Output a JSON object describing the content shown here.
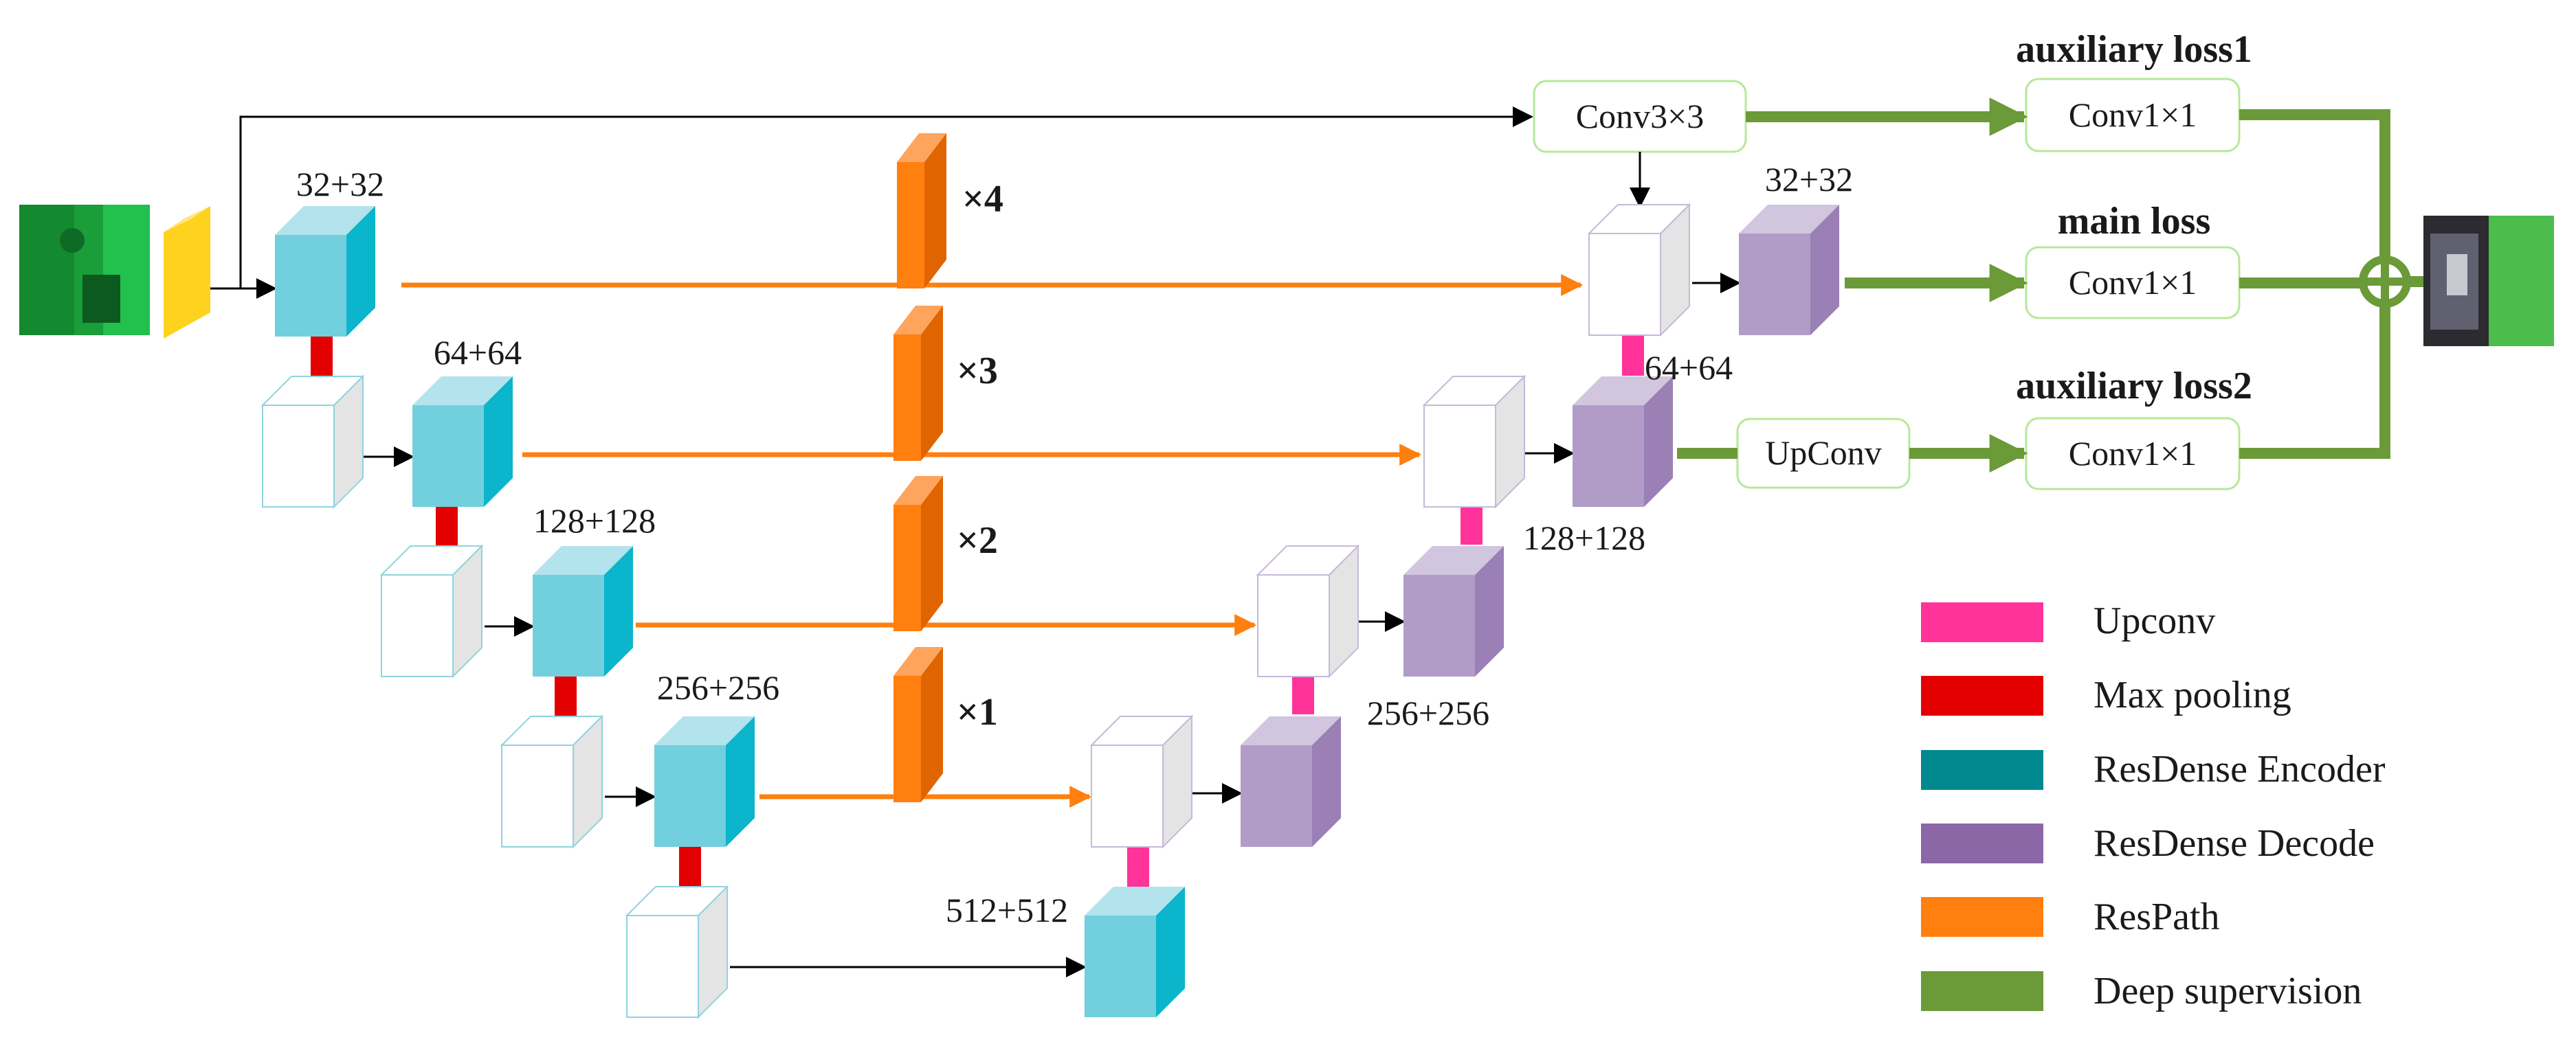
{
  "colors": {
    "upconv": "#FF3399",
    "max_pooling": "#E30000",
    "encoder_front": "#72CFDD",
    "encoder_top": "#B3E3EC",
    "encoder_side": "#0BB5CC",
    "encoder_legend": "#00888F",
    "decoder_front": "#B19CC7",
    "decoder_top": "#D1C5DF",
    "decoder_side": "#9A80B5",
    "decoder_legend": "#8C67A6",
    "respath_front": "#FF7F0F",
    "respath_top": "#FFA45C",
    "respath_side": "#E06500",
    "deep_supervision": "#6B9A38",
    "input_block": "#FFD21F",
    "box_border": "#B7E89A"
  },
  "labels": {
    "enc1": "32+32",
    "enc2": "64+64",
    "enc3": "128+128",
    "enc4": "256+256",
    "bottleneck": "512+512",
    "dec1": "32+32",
    "dec2": "64+64",
    "dec3": "128+128",
    "dec4": "256+256"
  },
  "respath_multipliers": [
    "×4",
    "×3",
    "×2",
    "×1"
  ],
  "head_boxes": {
    "conv3": "Conv3×3",
    "upconv": "UpConv",
    "conv1_a": "Conv1×1",
    "conv1_b": "Conv1×1",
    "conv1_c": "Conv1×1"
  },
  "loss_labels": {
    "aux1": "auxiliary loss1",
    "main": "main loss",
    "aux2": "auxiliary loss2"
  },
  "legend": [
    {
      "label": "Upconv",
      "color_key": "upconv"
    },
    {
      "label": "Max pooling",
      "color_key": "max_pooling"
    },
    {
      "label": "ResDense Encoder",
      "color_key": "encoder_legend"
    },
    {
      "label": "ResDense Decode",
      "color_key": "decoder_legend"
    },
    {
      "label": "ResPath",
      "color_key": "respath_front"
    },
    {
      "label": "Deep supervision",
      "color_key": "deep_supervision"
    }
  ],
  "icons": {
    "sum": "circle-plus-icon",
    "input": "input-image-icon",
    "output": "output-image-icon"
  }
}
